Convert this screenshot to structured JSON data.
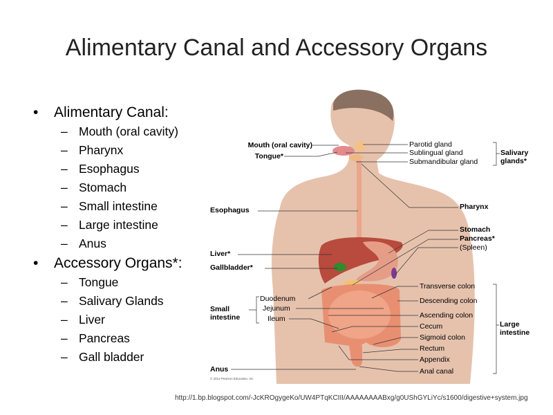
{
  "title": "Alimentary Canal and Accessory Organs",
  "bullets": [
    {
      "label": "Alimentary Canal:",
      "items": [
        "Mouth (oral cavity)",
        "Pharynx",
        "Esophagus",
        "Stomach",
        "Small intestine",
        "Large intestine",
        "Anus"
      ]
    },
    {
      "label": "Accessory Organs*:",
      "items": [
        "Tongue",
        "Salivary Glands",
        "Liver",
        "Pancreas",
        "Gall bladder"
      ]
    }
  ],
  "diagram": {
    "left_labels": {
      "mouth": "Mouth (oral cavity)",
      "tongue": "Tongue*",
      "esophagus": "Esophagus",
      "liver": "Liver*",
      "gallbladder": "Gallbladder*",
      "small_intestine": "Small intestine",
      "duodenum": "Duodenum",
      "jejunum": "Jejunum",
      "ileum": "Ileum",
      "anus": "Anus"
    },
    "right_labels": {
      "parotid": "Parotid gland",
      "sublingual": "Sublingual gland",
      "submandibular": "Submandibular gland",
      "salivary": "Salivary glands*",
      "pharynx": "Pharynx",
      "stomach": "Stomach",
      "pancreas": "Pancreas*",
      "spleen": "(Spleen)",
      "transverse": "Transverse colon",
      "descending": "Descending colon",
      "ascending": "Ascending colon",
      "cecum": "Cecum",
      "sigmoid": "Sigmoid colon",
      "rectum": "Rectum",
      "appendix": "Appendix",
      "anal_canal": "Anal canal",
      "large_intestine": "Large intestine"
    },
    "copyright": "© 2013 Pearson Education, Inc."
  },
  "source_url": "http://1.bp.blogspot.com/-JcKROgygeKo/UW4PTqKCIII/AAAAAAAABxg/g0UShGYLiYc/s1600/digestive+system.jpg"
}
